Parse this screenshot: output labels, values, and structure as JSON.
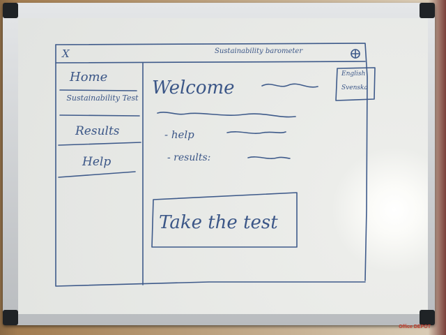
{
  "sketch": {
    "close_mark": "X",
    "app_title": "Sustainability barometer",
    "languages": [
      "English",
      "Svenska"
    ],
    "nav": [
      "Home",
      "Sustainability Test",
      "Results",
      "Help"
    ],
    "welcome": "Welcome",
    "bullet_help": "- help",
    "bullet_results": "- results:",
    "cta_button": "Take the test"
  },
  "board_brand": "Office DEPOT"
}
